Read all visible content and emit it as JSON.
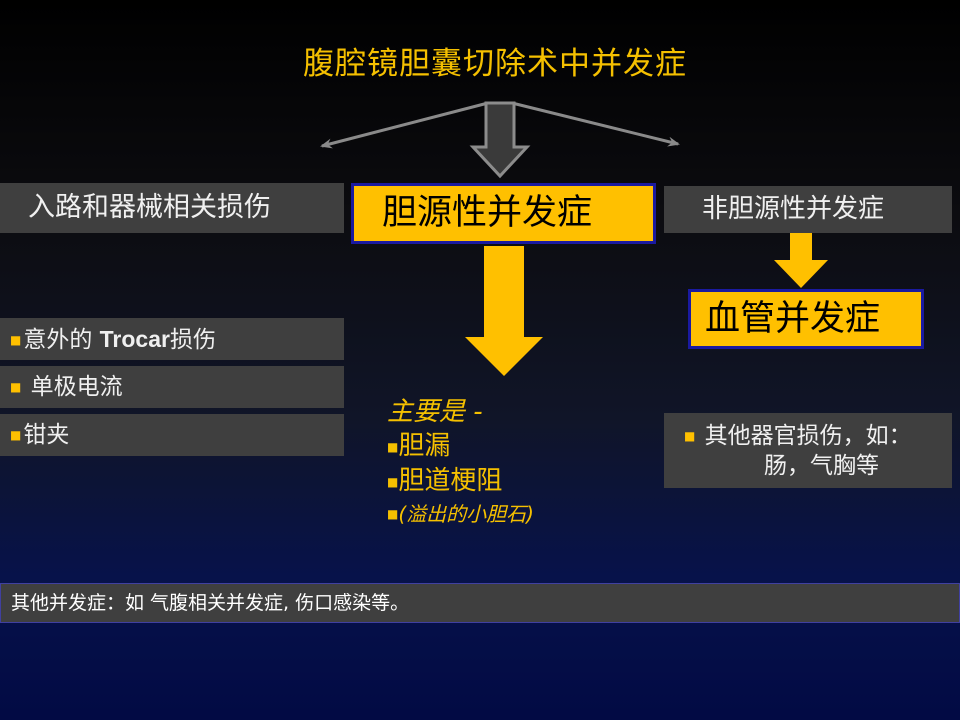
{
  "title": "腹腔镜胆囊切除术中并发症",
  "categories": {
    "left": "入路和器械相关损伤",
    "main": "胆源性并发症",
    "right": "非胆源性并发症"
  },
  "vascular": "血管并发症",
  "left_items": [
    {
      "prefix": "意外的 ",
      "bold": "Trocar",
      "suffix": "损伤"
    },
    {
      "prefix": " 单极电流",
      "bold": "",
      "suffix": ""
    },
    {
      "prefix": "钳夹",
      "bold": "",
      "suffix": ""
    }
  ],
  "main_list": {
    "intro": "主要是 -",
    "items": [
      "胆漏",
      "胆道梗阻"
    ],
    "note": "(溢出的小胆石)"
  },
  "right_box": {
    "line1": "其他器官损伤，如：",
    "line2": "肠，气胸等"
  },
  "bottom_bar": "其他并发症：如 气腹相关并发症, 伤口感染等。",
  "colors": {
    "accent": "#ffc000",
    "box_gray": "#3f3f3f",
    "border_blue": "#1a1aa0",
    "title_text": "#f5c000"
  }
}
